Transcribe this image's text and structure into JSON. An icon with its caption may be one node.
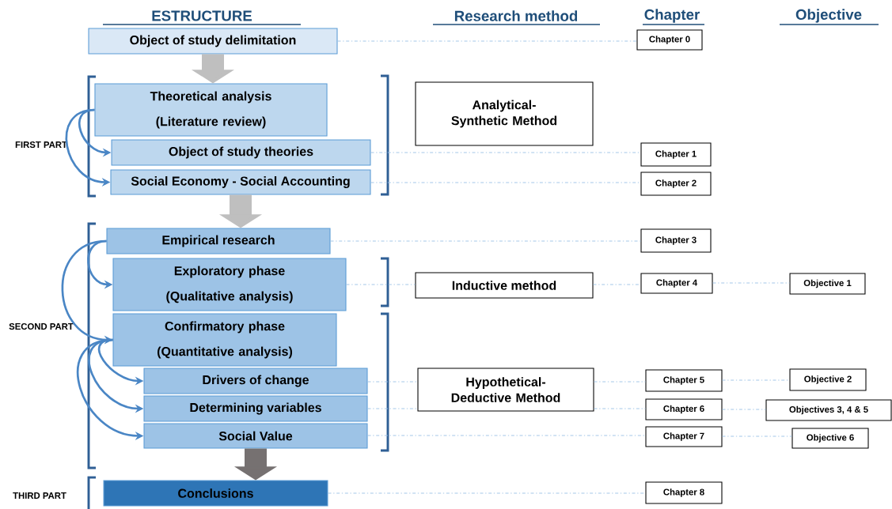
{
  "diagram": {
    "nodes": [
      {
        "text": [
          "Object of study delimitation"
        ]
      },
      {
        "text": [
          "Theoretical analysis (Literature review)"
        ]
      },
      {
        "text": [
          "Object of study theories"
        ]
      },
      {
        "text": [
          "Social Economy - Social Accounting"
        ]
      },
      {
        "text": [
          "Empirical research"
        ]
      },
      {
        "text": [
          "Exploratory phase (Qualitative analysis)"
        ]
      },
      {
        "text": [
          "Confirmatory phase (Quantitative analysis)"
        ]
      },
      {
        "text": [
          "Drivers of change"
        ]
      },
      {
        "text": [
          "Determining variables"
        ]
      },
      {
        "text": [
          "Social Value"
        ]
      },
      {
        "text": [
          "Conclusions"
        ]
      },
      {
        "text": [
          "Analytical-Synthetic Method"
        ]
      },
      {
        "text": [
          "Inductive method"
        ]
      },
      {
        "text": [
          "Hypothetical-Deductive Method"
        ]
      },
      {
        "text": [
          "Chapter 0"
        ]
      },
      {
        "text": [
          "Chapter 1"
        ]
      },
      {
        "text": [
          "Chapter 2"
        ]
      },
      {
        "text": [
          "Chapter 3"
        ]
      },
      {
        "text": [
          "Chapter 4"
        ]
      },
      {
        "text": [
          "Chapter 5"
        ]
      },
      {
        "text": [
          "Chapter 6"
        ]
      },
      {
        "text": [
          "Chapter 7"
        ]
      },
      {
        "text": [
          "Chapter 8"
        ]
      },
      {
        "text": [
          "Objective 1"
        ]
      },
      {
        "text": [
          "Objective 2"
        ]
      },
      {
        "text": [
          "Objectives 3, 4 & 5"
        ]
      },
      {
        "text": [
          "Objective 6"
        ]
      }
    ],
    "edges": [
      {
        "from": 0,
        "to": 1,
        "arrow": "to",
        "style": "thick",
        "color": "#bfbfbf"
      },
      {
        "from": 3,
        "to": 4,
        "arrow": "to",
        "style": "thick",
        "color": "#bfbfbf"
      },
      {
        "from": 9,
        "to": 10,
        "arrow": "to",
        "style": "thick",
        "color": "#767171"
      },
      {
        "from": 1,
        "to": 2,
        "arrow": "to",
        "style": "thick",
        "color": "#4a86c5"
      },
      {
        "from": 1,
        "to": 3,
        "arrow": "to",
        "style": "thick",
        "color": "#4a86c5"
      },
      {
        "from": 4,
        "to": 5,
        "arrow": "to",
        "style": "thick",
        "color": "#4a86c5"
      },
      {
        "from": 4,
        "to": 6,
        "arrow": "to",
        "style": "thick",
        "color": "#4a86c5"
      },
      {
        "from": 6,
        "to": 7,
        "arrow": "to",
        "style": "thick",
        "color": "#4a86c5"
      },
      {
        "from": 6,
        "to": 8,
        "arrow": "to",
        "style": "thick",
        "color": "#4a86c5"
      },
      {
        "from": 6,
        "to": 9,
        "arrow": "to",
        "style": "thick",
        "color": "#4a86c5"
      },
      {
        "from": 0,
        "to": 14,
        "arrow": "none",
        "style": "dashed"
      },
      {
        "from": 2,
        "to": 15,
        "arrow": "none",
        "style": "dashed"
      },
      {
        "from": 3,
        "to": 16,
        "arrow": "none",
        "style": "dashed"
      },
      {
        "from": 4,
        "to": 17,
        "arrow": "none",
        "style": "dashed"
      },
      {
        "from": 5,
        "to": 12,
        "arrow": "none",
        "style": "dashed"
      },
      {
        "from": 12,
        "to": 18,
        "arrow": "none",
        "style": "dashed"
      },
      {
        "from": 7,
        "to": 13,
        "arrow": "none",
        "style": "dashed"
      },
      {
        "from": 13,
        "to": 19,
        "arrow": "none",
        "style": "dashed"
      },
      {
        "from": 8,
        "to": 13,
        "arrow": "none",
        "style": "dashed"
      },
      {
        "from": 13,
        "to": 20,
        "arrow": "none",
        "style": "dashed"
      },
      {
        "from": 9,
        "to": 21,
        "arrow": "none",
        "style": "dashed"
      },
      {
        "from": 10,
        "to": 22,
        "arrow": "none",
        "style": "dashed"
      },
      {
        "from": 18,
        "to": 23,
        "arrow": "none",
        "style": "dashed"
      },
      {
        "from": 19,
        "to": 24,
        "arrow": "none",
        "style": "dashed"
      },
      {
        "from": 20,
        "to": 25,
        "arrow": "none",
        "style": "dashed"
      },
      {
        "from": 21,
        "to": 26,
        "arrow": "none",
        "style": "dashed"
      }
    ],
    "labels": [
      "ESTRUCTURE",
      "Research method",
      "Chapter",
      "Objective",
      "FIRST PART",
      "SECOND PART",
      "THIRD PART"
    ]
  }
}
